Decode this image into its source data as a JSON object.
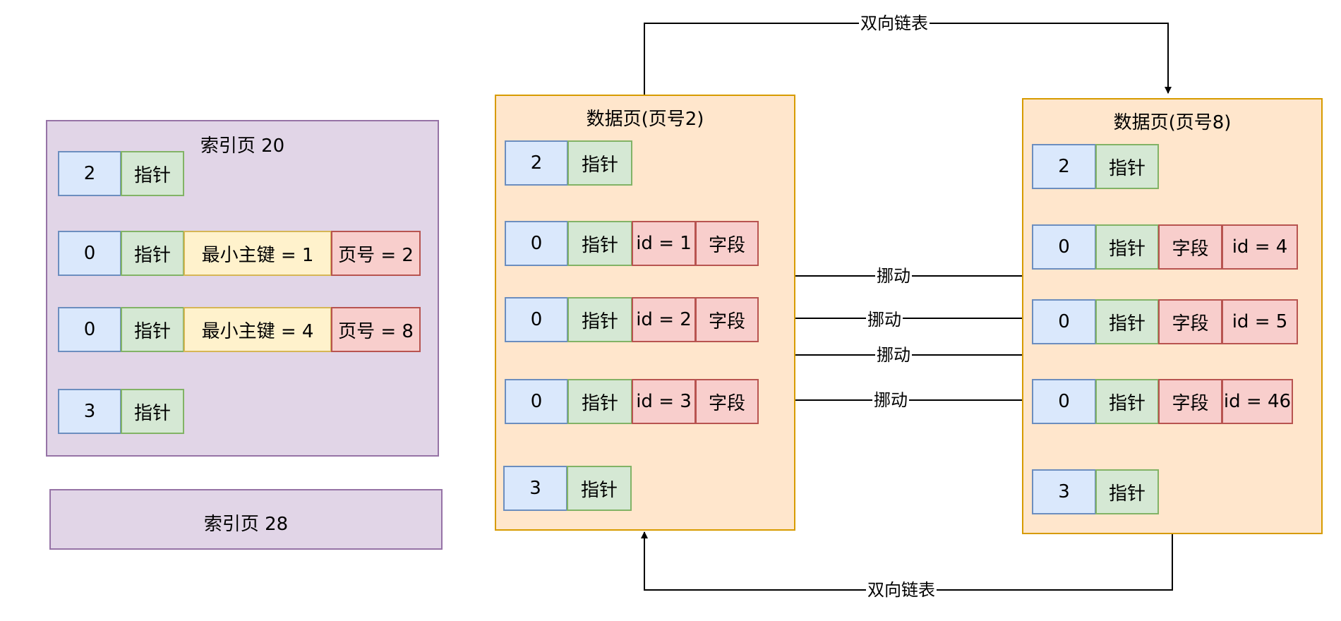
{
  "index_page_20": {
    "title": "索引页 20",
    "rows": [
      [
        "2",
        "指针"
      ],
      [
        "0",
        "指针",
        "最小主键 = 1",
        "页号 = 2"
      ],
      [
        "0",
        "指针",
        "最小主键 = 4",
        "页号 = 8"
      ],
      [
        "3",
        "指针"
      ]
    ]
  },
  "index_page_28": {
    "title": "索引页 28"
  },
  "data_page_2": {
    "title": "数据页(页号2)",
    "rows": [
      [
        "2",
        "指针"
      ],
      [
        "0",
        "指针",
        "id = 1",
        "字段"
      ],
      [
        "0",
        "指针",
        "id = 2",
        "字段"
      ],
      [
        "0",
        "指针",
        "id = 3",
        "字段"
      ],
      [
        "3",
        "指针"
      ]
    ]
  },
  "data_page_8": {
    "title": "数据页(页号8)",
    "rows": [
      [
        "2",
        "指针"
      ],
      [
        "0",
        "指针",
        "字段",
        "id = 4"
      ],
      [
        "0",
        "指针",
        "字段",
        "id = 5"
      ],
      [
        "0",
        "指针",
        "字段",
        "id = 46"
      ],
      [
        "3",
        "指针"
      ]
    ]
  },
  "links": {
    "top_doubly_linked_list": "双向链表",
    "bottom_doubly_linked_list": "双向链表",
    "move_1": "挪动",
    "move_2": "挪动",
    "move_3": "挪动",
    "move_4": "挪动"
  },
  "colors": {
    "index_fill": "#e1d5e7",
    "index_stroke": "#9673a6",
    "data_fill": "#ffe6cc",
    "data_stroke": "#d79b00",
    "blue_fill": "#dae8fc",
    "green_fill": "#d5e8d4",
    "yellow_fill": "#fff2cc",
    "red_fill": "#f8cecc"
  }
}
